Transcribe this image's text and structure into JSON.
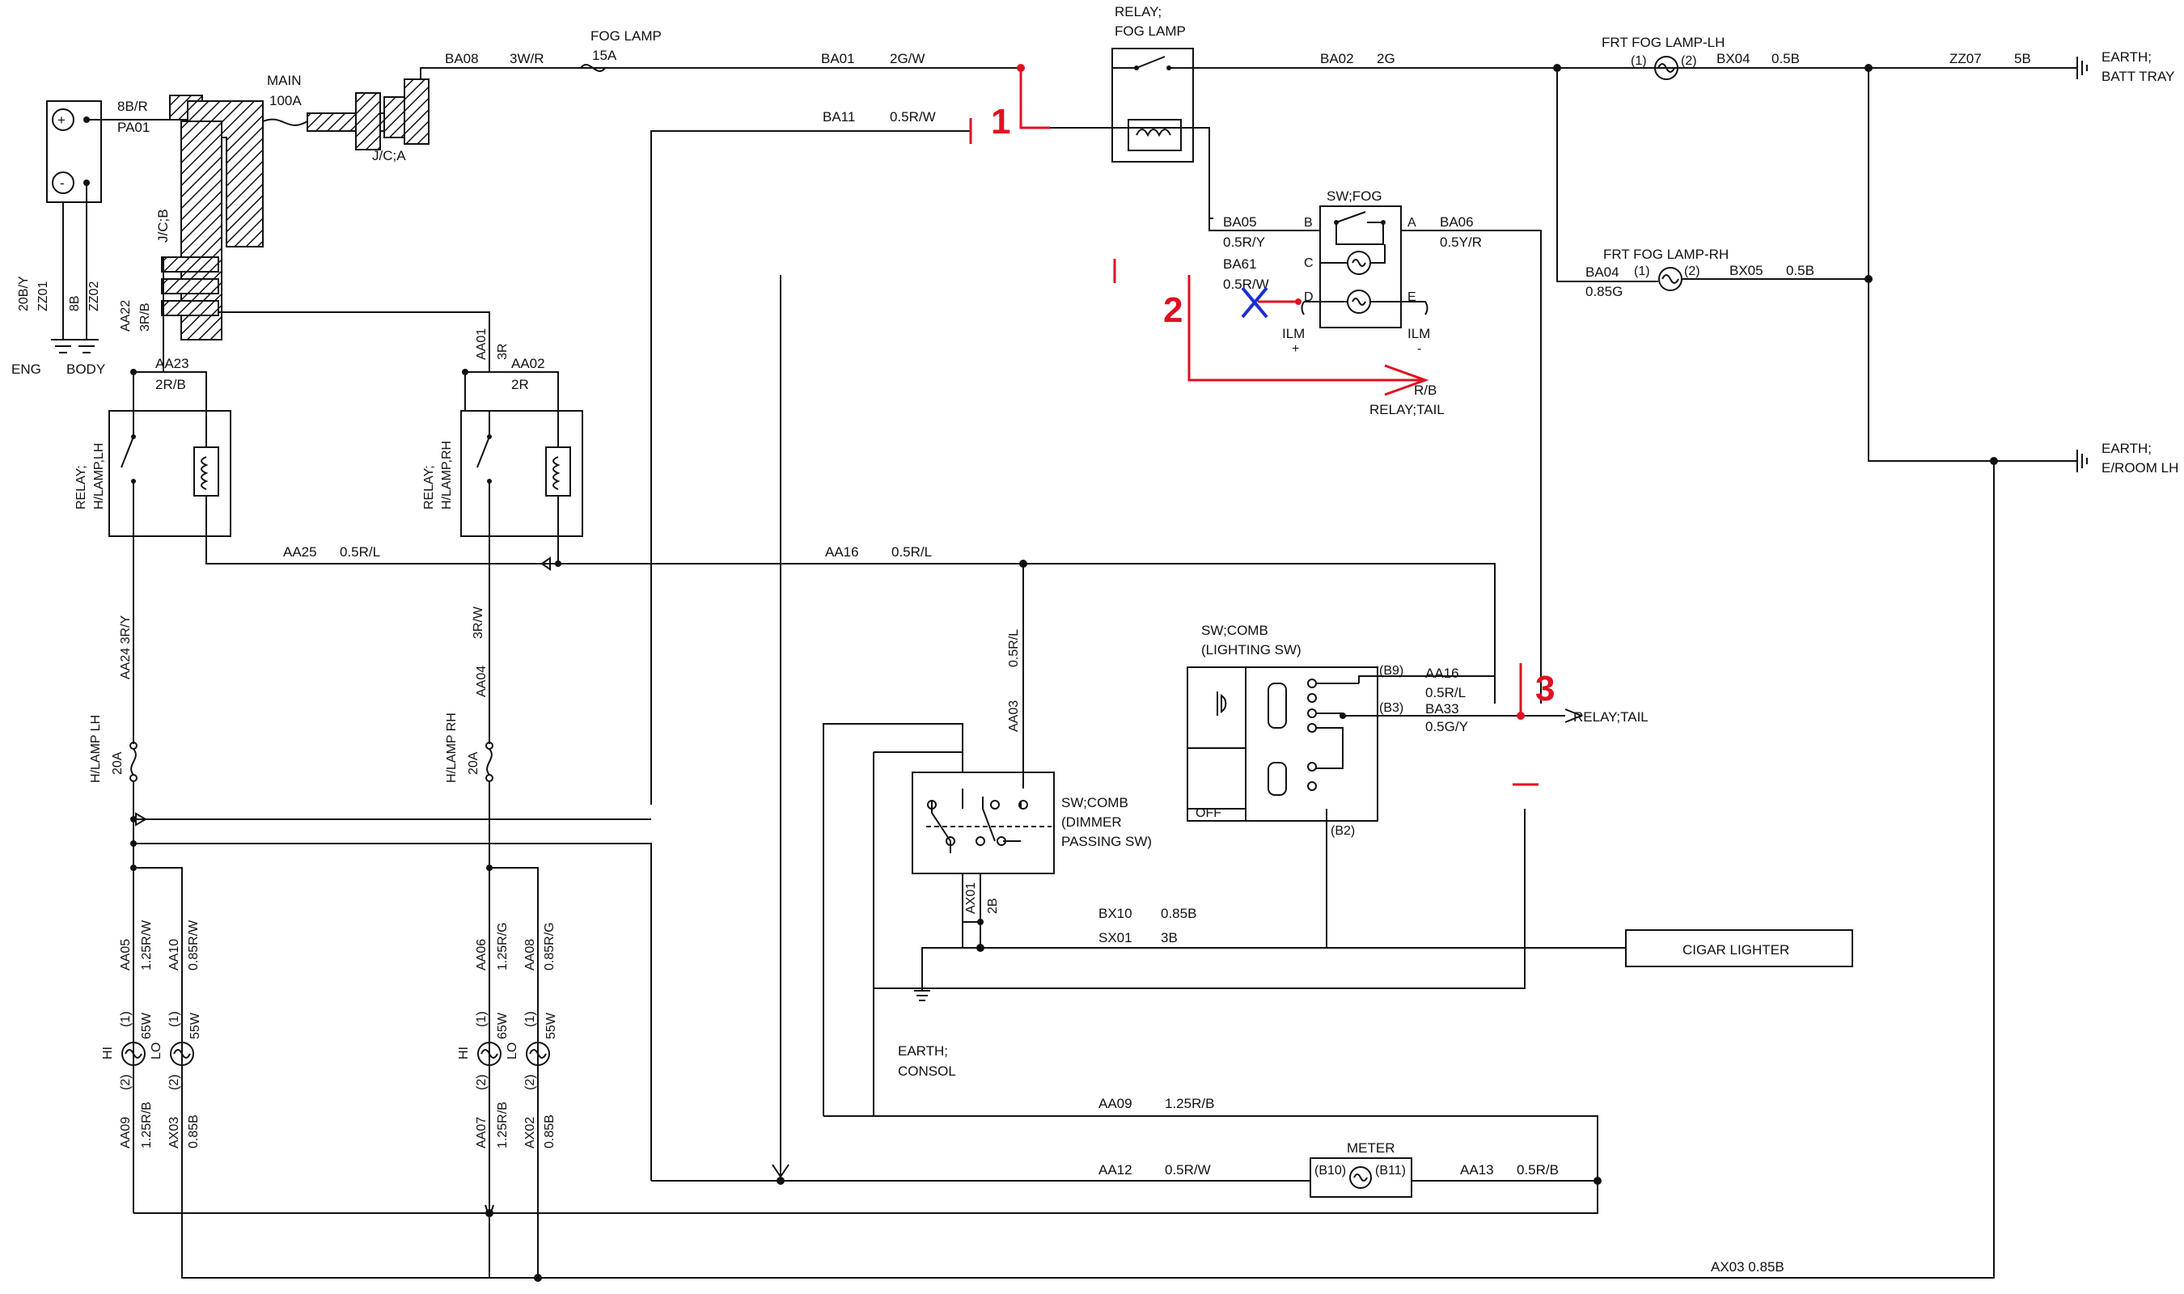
{
  "labels": {
    "ba08": "BA08",
    "ba08_w": "3W/R",
    "fog_fuse": "FOG LAMP",
    "fog_fuse_a": "15A",
    "ba01": "BA01",
    "ba01_w": "2G/W",
    "relay_fog1": "RELAY;",
    "relay_fog2": "FOG LAMP",
    "ba02": "BA02",
    "ba02_w": "2G",
    "frt_lh": "FRT FOG LAMP-LH",
    "lh_p1": "(1)",
    "lh_p2": "(2)",
    "bx04": "BX04",
    "bx04_w": "0.5B",
    "zz07": "ZZ07",
    "zz07_w": "5B",
    "earth_batt1": "EARTH;",
    "earth_batt2": "BATT TRAY",
    "main": "MAIN",
    "main_a": "100A",
    "pa01_w": "8B/R",
    "pa01": "PA01",
    "ba11": "BA11",
    "ba11_w": "0.5R/W",
    "jca": "J/C;A",
    "jcb": "J/C;B",
    "sw_fog": "SW;FOG",
    "ba05": "BA05",
    "ba05_w": "0.5R/Y",
    "ba61": "BA61",
    "ba61_w": "0.5R/W",
    "ba06": "BA06",
    "ba06_w": "0.5Y/R",
    "pin_b": "B",
    "pin_c": "C",
    "pin_d": "D",
    "pin_a": "A",
    "pin_e": "E",
    "ilm_p": "ILM",
    "ilm_p2": "+",
    "ilm_m": "ILM",
    "ilm_m2": "-",
    "frt_rh": "FRT FOG LAMP-RH",
    "rh_p1": "(1)",
    "rh_p2": "(2)",
    "ba04": "BA04",
    "ba04_w": "0.85G",
    "bx05": "BX05",
    "bx05_w": "0.5B",
    "zz01_w": "20B/Y",
    "zz01": "ZZ01",
    "zz02_w": "8B",
    "zz02": "ZZ02",
    "eng": "ENG",
    "body": "BODY",
    "aa22": "AA22",
    "aa22_w": "3R/B",
    "aa01": "AA01",
    "aa01_w": "3R",
    "aa23": "AA23",
    "aa23_w": "2R/B",
    "aa02": "AA02",
    "aa02_w": "2R",
    "rb1": "R/B",
    "rb2": "RELAY;TAIL",
    "relay_lh1": "RELAY;",
    "relay_lh2": "H/LAMP,LH",
    "relay_rh1": "RELAY;",
    "relay_rh2": "H/LAMP,RH",
    "earth_room1": "EARTH;",
    "earth_room2": "E/ROOM LH",
    "aa25": "AA25",
    "aa25_w": "0.5R/L",
    "aa16": "AA16",
    "aa16_w": "0.5R/L",
    "aa24": "AA24 3R/Y",
    "aa04_w": "3R/W",
    "aa04": "AA04",
    "sw_comb1": "SW;COMB",
    "sw_comb2": "(LIGHTING SW)",
    "b9": "(B9)",
    "b3": "(B3)",
    "b2": "(B2)",
    "aa16b": "AA16",
    "aa16b_w": "0.5R/L",
    "ba33": "BA33",
    "ba33_w": "0.5G/Y",
    "relay_tail": "RELAY;TAIL",
    "off": "OFF",
    "aa03": "AA03",
    "aa03_w": "0.5R/L",
    "hlamp_lh": "H/LAMP LH",
    "hlamp_lh_a": "20A",
    "hlamp_rh": "H/LAMP RH",
    "hlamp_rh_a": "20A",
    "dim1": "SW;COMB",
    "dim2": "(DIMMER",
    "dim3": "PASSING SW)",
    "ax01": "AX01",
    "ax01_w": "2B",
    "bx10": "BX10",
    "bx10_w": "0.85B",
    "sx01": "SX01",
    "sx01_w": "3B",
    "cigar": "CIGAR LIGHTER",
    "aa05": "AA05",
    "aa05_w": "1.25R/W",
    "aa10": "AA10",
    "aa10_w": "0.85R/W",
    "aa06": "AA06",
    "aa06_w": "1.25R/G",
    "aa08": "AA08",
    "aa08_w": "0.85R/G",
    "hi": "HI",
    "lo": "LO",
    "p1": "(1)",
    "p2": "(2)",
    "w65": "65W",
    "w55": "55W",
    "earth_consol1": "EARTH;",
    "earth_consol2": "CONSOL",
    "aa09": "AA09",
    "aa09_w": "1.25R/B",
    "aa07": "AA07",
    "aa07_w": "1.25R/B",
    "ax03": "AX03",
    "ax03_w": "0.85B",
    "ax02": "AX02",
    "ax02_w": "0.85B",
    "meter": "METER",
    "b10": "(B10)",
    "b11": "(B11)",
    "aa12": "AA12",
    "aa12_w": "0.5R/W",
    "aa13": "AA13",
    "aa13_w": "0.5R/B",
    "aa09h": "AA09",
    "aa09h_w": "1.25R/B",
    "ax03h": "AX03 0.85B"
  },
  "markers": {
    "m1": "1",
    "m2": "2",
    "m3": "3"
  }
}
